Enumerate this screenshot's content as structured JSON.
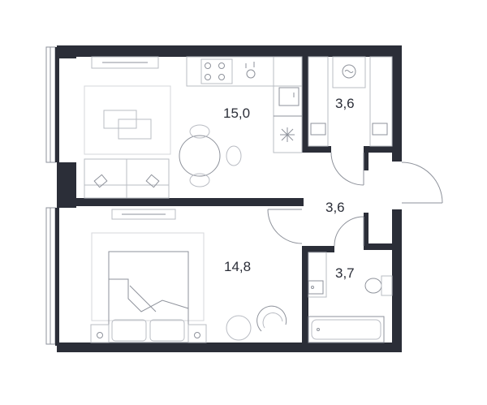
{
  "rooms": [
    {
      "id": "living-kitchen",
      "area": "15,0"
    },
    {
      "id": "laundry",
      "area": "3,6"
    },
    {
      "id": "hallway",
      "area": "3,6"
    },
    {
      "id": "bedroom",
      "area": "14,8"
    },
    {
      "id": "bathroom",
      "area": "3,7"
    }
  ],
  "colors": {
    "wall": "#2b2e38",
    "furniture": "#b9bcc3",
    "background": "#ffffff"
  }
}
